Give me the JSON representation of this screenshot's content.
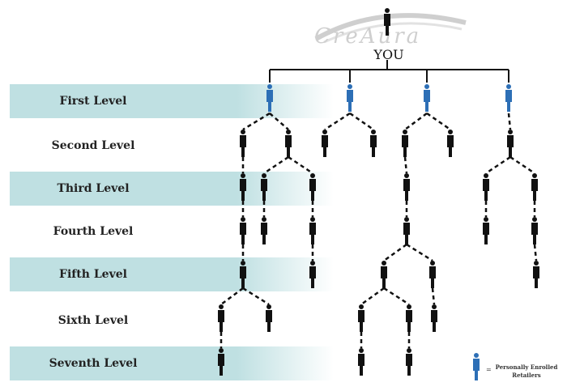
{
  "logo": {
    "text": "CreAura"
  },
  "root": {
    "label": "YOU"
  },
  "levels": [
    {
      "label": "First Level",
      "highlighted": true
    },
    {
      "label": "Second Level",
      "highlighted": false
    },
    {
      "label": "Third Level",
      "highlighted": true
    },
    {
      "label": "Fourth Level",
      "highlighted": false
    },
    {
      "label": "Fifth Level",
      "highlighted": true
    },
    {
      "label": "Sixth Level",
      "highlighted": false
    },
    {
      "label": "Seventh Level",
      "highlighted": true
    }
  ],
  "legend": {
    "text": "Personally Enrolled Retailers",
    "symbol": "="
  },
  "colors": {
    "band": "#bfe0e2",
    "enrolled": "#2d6fb6",
    "figure": "#111111",
    "connector": "#111111"
  }
}
